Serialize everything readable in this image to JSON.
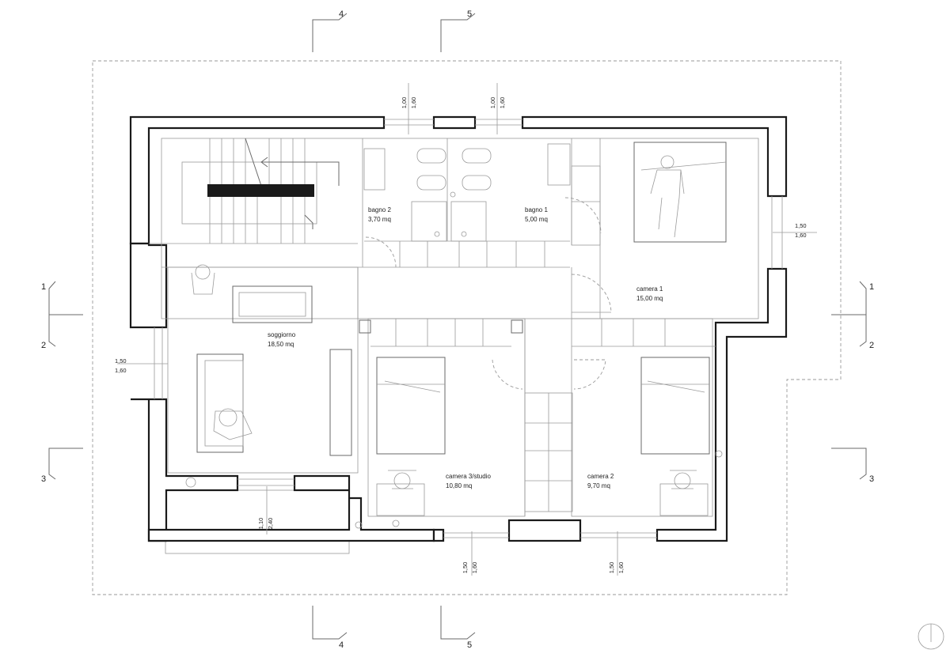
{
  "rooms": {
    "bagno2": {
      "name": "bagno 2",
      "area": "3,70 mq"
    },
    "bagno1": {
      "name": "bagno 1",
      "area": "5,00 mq"
    },
    "camera1": {
      "name": "camera 1",
      "area": "15,00 mq"
    },
    "soggiorno": {
      "name": "soggiorno",
      "area": "18,50 mq"
    },
    "camera3": {
      "name": "camera 3/studio",
      "area": "10,80 mq"
    },
    "camera2": {
      "name": "camera 2",
      "area": "9,70 mq"
    }
  },
  "windows": {
    "top_left": {
      "a": "1,00",
      "b": "1,60"
    },
    "top_right": {
      "a": "1,00",
      "b": "1,60"
    },
    "right": {
      "a": "1,50",
      "b": "1,60"
    },
    "left": {
      "a": "1,50",
      "b": "1,60"
    },
    "bottom_balcony": {
      "a": "1,10",
      "b": "2,40"
    },
    "bottom_mid": {
      "a": "1,50",
      "b": "1,60"
    },
    "bottom_right": {
      "a": "1,50",
      "b": "1,60"
    }
  },
  "sections": {
    "s4_top": "4",
    "s5_top": "5",
    "s4_bottom": "4",
    "s5_bottom": "5",
    "s1_left": "1",
    "s2_left": "2",
    "s3_left": "3",
    "s1_right": "1",
    "s2_right": "2",
    "s3_right": "3"
  },
  "icons": {
    "north": "north-arrow-icon"
  }
}
